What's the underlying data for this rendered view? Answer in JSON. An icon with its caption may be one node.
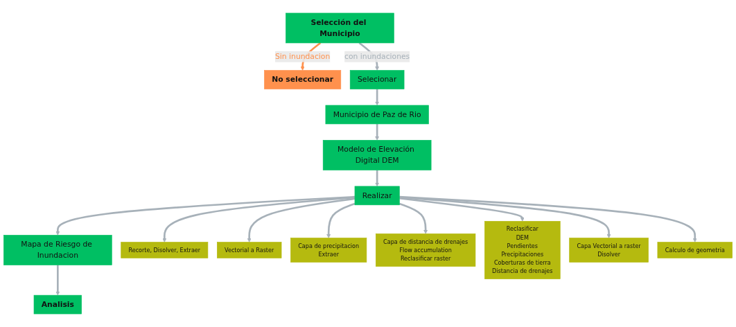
{
  "diagram": {
    "nodes": [
      {
        "text": [
          "No seleccionar"
        ]
      },
      {
        "text": [
          "Selección del Municipio"
        ]
      },
      {
        "text": [
          "Selecionar"
        ]
      },
      {
        "text": [
          "Analisis"
        ]
      },
      {
        "text": [
          "Municipio de Paz de Rio"
        ]
      },
      {
        "text": [
          "Mapa de Riesgo de Inundacion"
        ]
      },
      {
        "text": [
          "Realizar"
        ]
      },
      {
        "text": [
          "Modelo de Elevación Digital DEM"
        ]
      },
      {
        "text": [
          "Recorte, Disolver, Extraer"
        ]
      },
      {
        "text": [
          "Vectorial a Raster"
        ]
      },
      {
        "text": [
          "Capa de precipitacion",
          "Extraer"
        ]
      },
      {
        "text": [
          "Capa de distancia de drenajes",
          "Flow accumulation",
          "Reclasificar raster"
        ]
      },
      {
        "text": [
          "Reclasificar",
          "DEM",
          "Pendientes",
          "Precipitaciones",
          "Coberturas de tierra",
          "Distancia de drenajes"
        ]
      },
      {
        "text": [
          "Capa Vectorial a raster",
          "Disolver"
        ]
      },
      {
        "text": [
          "Calculo de geometria"
        ]
      }
    ],
    "edges": [
      {
        "from": 1,
        "to": 0,
        "arrow": "to",
        "label": "Sin inundacion",
        "color": "#ff914d"
      },
      {
        "from": 1,
        "to": 2,
        "arrow": "to",
        "label": "con inundaciones"
      },
      {
        "from": 2,
        "to": 4,
        "arrow": "to"
      },
      {
        "from": 4,
        "to": 7,
        "arrow": "to"
      },
      {
        "from": 7,
        "to": 6,
        "arrow": "to"
      },
      {
        "from": 6,
        "to": 5,
        "arrow": "to"
      },
      {
        "from": 5,
        "to": 3,
        "arrow": "to"
      },
      {
        "from": 6,
        "to": 8,
        "arrow": "to"
      },
      {
        "from": 6,
        "to": 9,
        "arrow": "to"
      },
      {
        "from": 6,
        "to": 10,
        "arrow": "to"
      },
      {
        "from": 6,
        "to": 11,
        "arrow": "to"
      },
      {
        "from": 6,
        "to": 12,
        "arrow": "to"
      },
      {
        "from": 6,
        "to": 13,
        "arrow": "to"
      },
      {
        "from": 6,
        "to": 14,
        "arrow": "to"
      }
    ]
  }
}
